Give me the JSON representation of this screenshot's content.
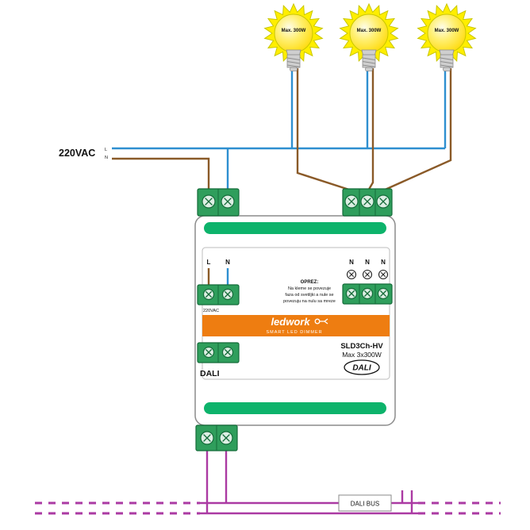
{
  "mains": {
    "label": "220VAC",
    "phase_label": "L",
    "neutral_label": "N"
  },
  "bulbs": [
    {
      "label": "Max. 300W"
    },
    {
      "label": "Max. 300W"
    },
    {
      "label": "Max. 300W"
    }
  ],
  "device": {
    "input": {
      "l": "L",
      "n": "N",
      "caption": "220VAC"
    },
    "outputs": [
      "N",
      "N",
      "N"
    ],
    "warning": {
      "title": "OPREZ:",
      "line1": "Na kleme se povezuje",
      "line2": "faza od svetiljki a nule se",
      "line3": "povezuju na nulu sa mreze"
    },
    "brand": {
      "name": "ledwork",
      "tagline": "SMART LED DIMMER"
    },
    "model": "SLD3Ch-HV",
    "power": "Max 3x300W",
    "dali_badge": "DALI",
    "dali_port": "DALI"
  },
  "bus": {
    "label": "DALI BUS"
  },
  "colors": {
    "wire_blue": "#2e8fd0",
    "wire_brown": "#8a5a28",
    "wire_purple": "#ab3aa3",
    "green_bar": "#0db36b",
    "green_term": "#2f9e5c",
    "green_dark": "#156c3a",
    "screw": "#ddefe4",
    "orange": "#ee7d11",
    "bulb_glow": "#ffee00",
    "bulb_edge": "#c9c700",
    "border_gray": "#8c8c8c"
  }
}
